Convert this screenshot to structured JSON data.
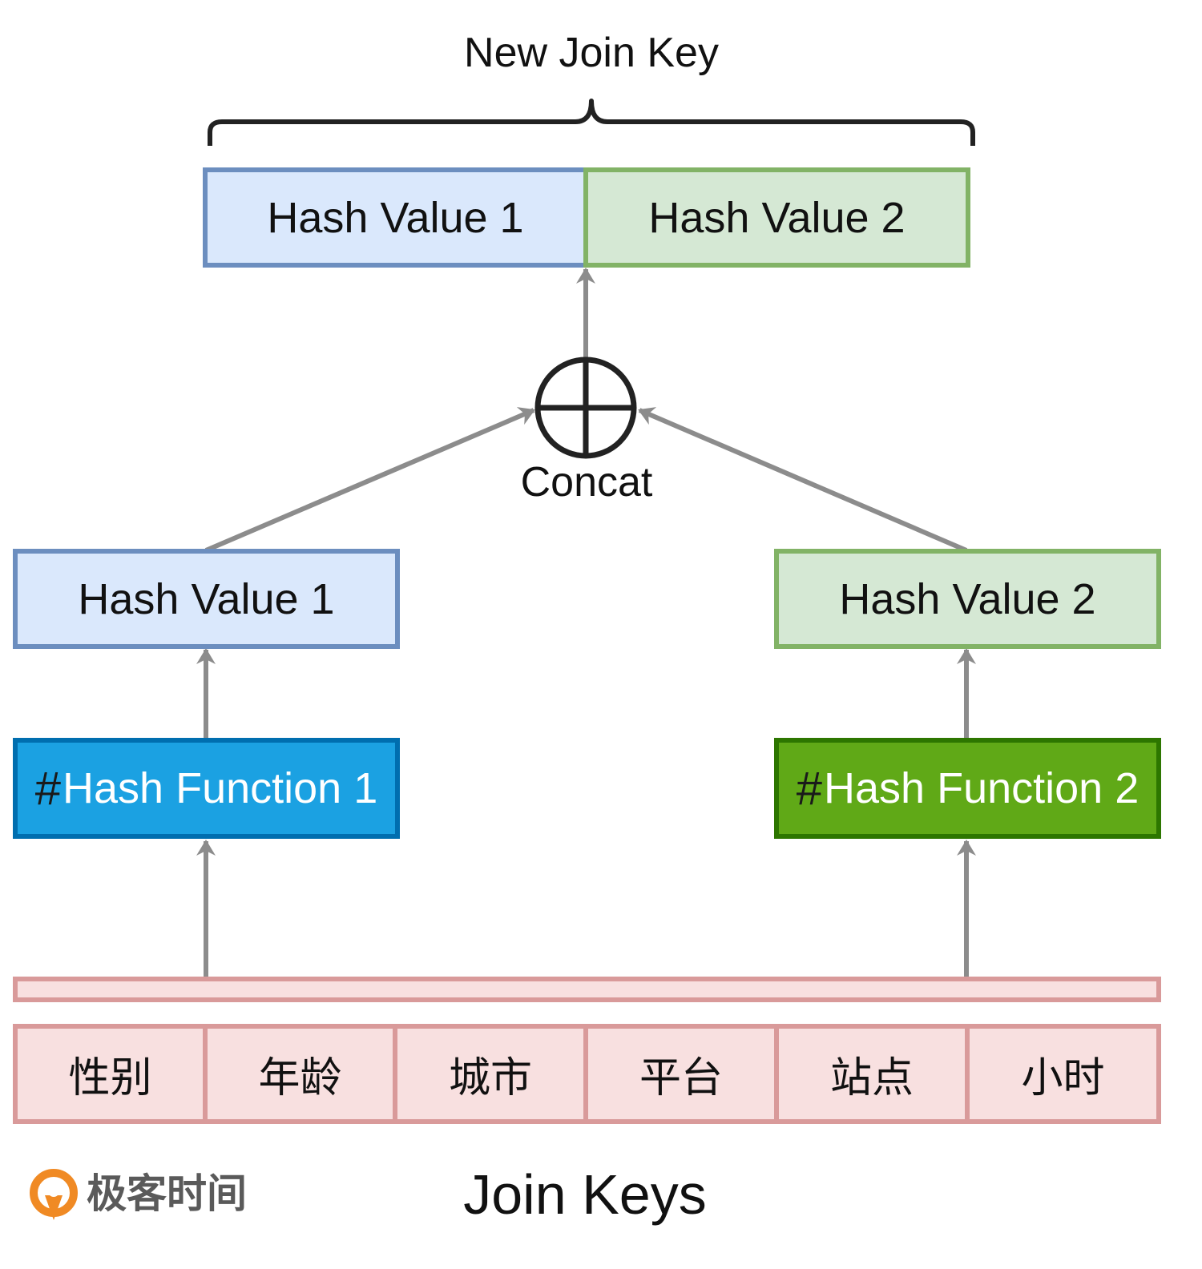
{
  "title": "New Join Key",
  "combined_key": {
    "left_label": "Hash Value 1",
    "right_label": "Hash Value 2"
  },
  "concat": {
    "symbol": "⊕",
    "label": "Concat"
  },
  "hash_values": {
    "left": "Hash Value 1",
    "right": "Hash Value 2"
  },
  "hash_functions": {
    "left": {
      "hash": "#",
      "label": "Hash Function 1"
    },
    "right": {
      "hash": "#",
      "label": "Hash Function 2"
    }
  },
  "join_keys": [
    "性别",
    "年龄",
    "城市",
    "平台",
    "站点",
    "小时"
  ],
  "footer_label": "Join Keys",
  "logo": {
    "text": "极客时间"
  },
  "colors": {
    "blue_fill": "#dae8fc",
    "blue_stroke": "#6c8ebf",
    "green_fill": "#d5e8d4",
    "green_stroke": "#82b366",
    "fn_blue": "#1ba1e2",
    "fn_green": "#60a917",
    "key_fill": "#f8e0e0",
    "key_stroke": "#d99a9a",
    "arrow": "#8c8c8c",
    "logo_orange": "#f08a24"
  }
}
